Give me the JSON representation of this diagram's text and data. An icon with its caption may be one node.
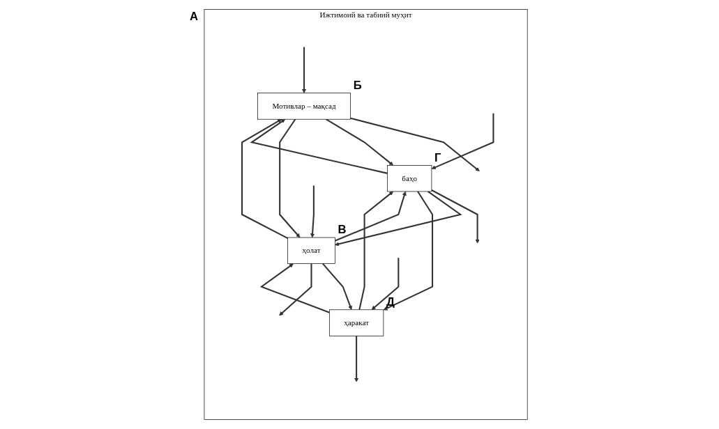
{
  "diagram": {
    "nodes": [
      {
        "text": [
          "Ижтимоий ва табиий муҳит"
        ],
        "beside": [
          "А"
        ]
      },
      {
        "text": [
          "Мотивлар – мақсад"
        ],
        "in": 0,
        "beside": [
          "Б"
        ]
      },
      {
        "text": [
          "баҳо"
        ],
        "in": 0,
        "beside": [
          "Г"
        ]
      },
      {
        "text": [
          "ҳолат"
        ],
        "in": 0,
        "beside": [
          "В"
        ]
      },
      {
        "text": [
          "ҳаракат"
        ],
        "in": 0,
        "beside": [
          "Д"
        ]
      }
    ],
    "edges": [
      {
        "from": 1,
        "to": null,
        "arrow": "to"
      },
      {
        "from": null,
        "to": 1,
        "arrow": "to"
      },
      {
        "from": 2,
        "to": null,
        "arrow": "to"
      },
      {
        "from": null,
        "to": 2,
        "arrow": "to"
      },
      {
        "from": 1,
        "to": 2,
        "arrow": "to"
      },
      {
        "from": 2,
        "to": 1,
        "arrow": "to"
      },
      {
        "from": 1,
        "to": 3,
        "arrow": "to"
      },
      {
        "from": 3,
        "to": 1,
        "arrow": "to"
      },
      {
        "from": 2,
        "to": 3,
        "arrow": "to"
      },
      {
        "from": 3,
        "to": 2,
        "arrow": "to"
      },
      {
        "from": 2,
        "to": 4,
        "arrow": "to"
      },
      {
        "from": 4,
        "to": 2,
        "arrow": "to"
      },
      {
        "from": 3,
        "to": 4,
        "arrow": "to"
      },
      {
        "from": 4,
        "to": 3,
        "arrow": "to"
      },
      {
        "from": 3,
        "to": null,
        "arrow": "to"
      },
      {
        "from": null,
        "to": 3,
        "arrow": "to"
      },
      {
        "from": 4,
        "to": null,
        "arrow": "to"
      },
      {
        "from": null,
        "to": 4,
        "arrow": "to"
      }
    ]
  }
}
